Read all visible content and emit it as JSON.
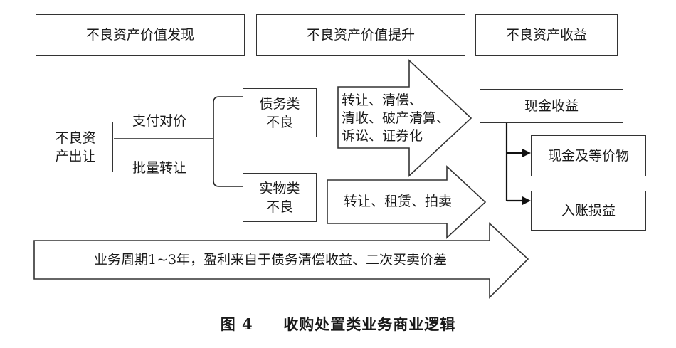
{
  "header": {
    "discover": "不良资产价值发现",
    "enhance": "不良资产价值提升",
    "income": "不良资产收益"
  },
  "source": "不良资\n产出让",
  "routes": {
    "pay": "支付对价",
    "batch": "批量转让"
  },
  "categories": {
    "debt": "债务类\n不良",
    "physical": "实物类\n不良"
  },
  "methods": {
    "debt": "转让、清偿、\n清收、破产清算、\n诉讼、证券化",
    "physical": "转让、租赁、拍卖"
  },
  "returns": {
    "cash_income": "现金收益",
    "cash_equivalents": "现金及等价物",
    "book_gain": "入账损益"
  },
  "cycle": "业务周期1~3年，盈利来自于债务清偿收益、二次买卖价差",
  "caption": {
    "figure": "图 4",
    "title": "收购处置类业务商业逻辑"
  }
}
